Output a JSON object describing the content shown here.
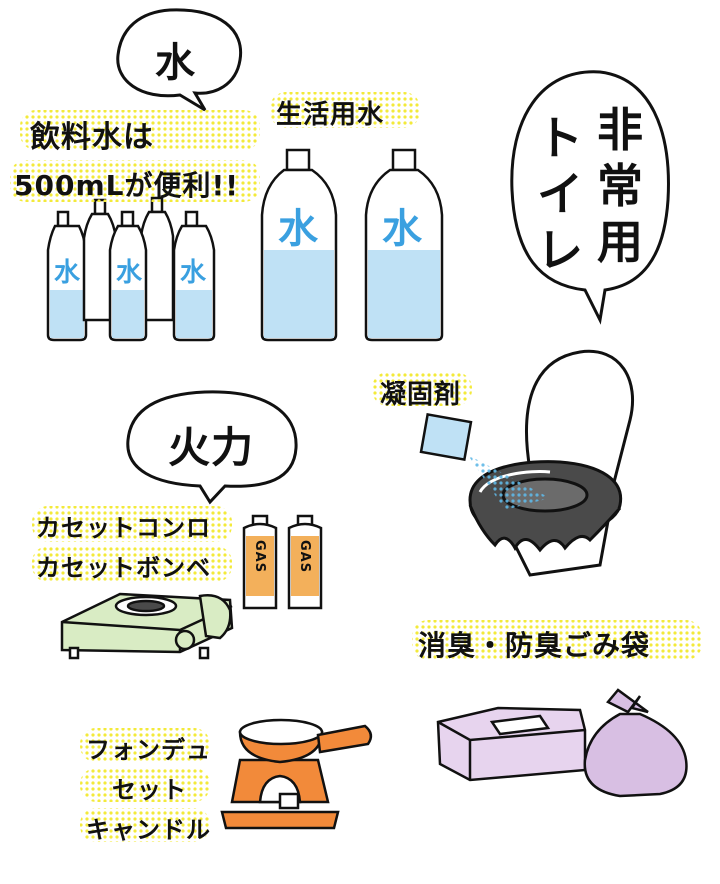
{
  "water": {
    "bubble": "水",
    "drinking_note_line1": "飲料水は",
    "drinking_note_line2": "500mLが便利!!",
    "bottle_label": "水",
    "daily_label": "生活用水"
  },
  "toilet": {
    "bubble_col1": "非常用",
    "bubble_col2": "トイレ",
    "coagulant_label": "凝固剤"
  },
  "fire": {
    "bubble": "火力",
    "stove_line1": "カセットコンロ",
    "stove_line2": "カセットボンベ",
    "can_label": "GAS"
  },
  "bags": {
    "label": "消臭・防臭ごみ袋"
  },
  "fondue": {
    "line1": "フォンデュ",
    "line2": "セット",
    "line3": "キャンドル"
  },
  "colors": {
    "water": "#bfe1f5",
    "bottle_label": "#3aa0e0",
    "highlight": "#f3ea3a",
    "stove": "#d9ecc4",
    "gas_can": "#f3b05b",
    "fondue": "#f28a3a",
    "bag": "#d8bfe3",
    "toilet_mat": "#4a4a4a"
  }
}
